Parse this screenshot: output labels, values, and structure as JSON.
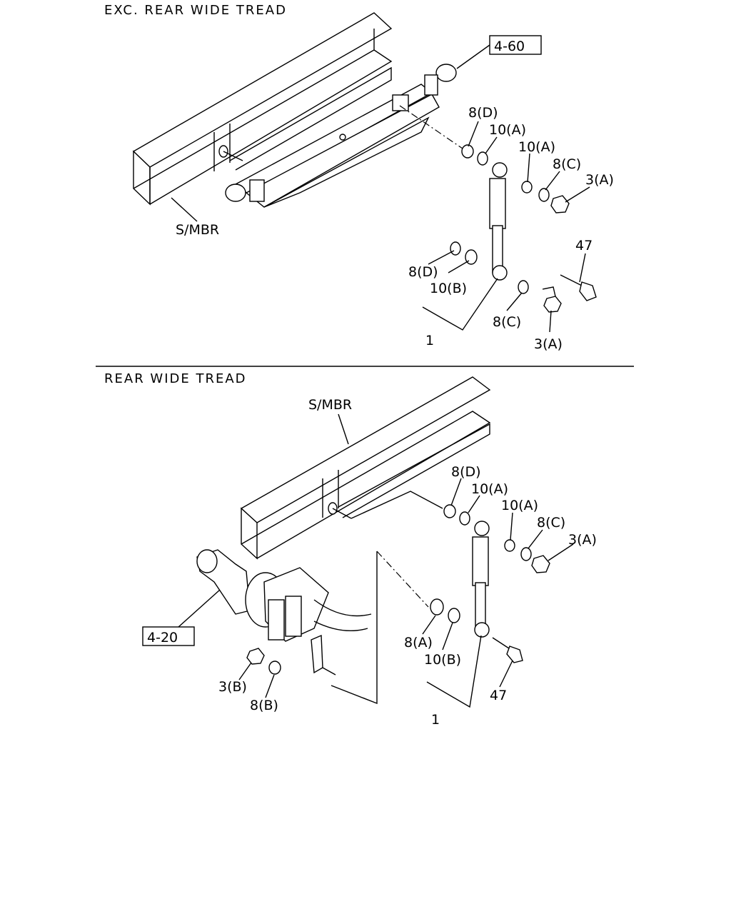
{
  "sections": [
    {
      "title": "EXC. REAR WIDE TREAD",
      "labels": {
        "ref": "4-60",
        "frame": "S/MBR",
        "p8D_upper": "8(D)",
        "p10A_a": "10(A)",
        "p10A_b": "10(A)",
        "p8C_upper": "8(C)",
        "p3A_upper": "3(A)",
        "p47": "47",
        "p8D_lower": "8(D)",
        "p10B": "10(B)",
        "p8C_lower": "8(C)",
        "p3A_lower": "3(A)",
        "p1": "1"
      }
    },
    {
      "title": "REAR WIDE TREAD",
      "labels": {
        "ref": "4-20",
        "frame": "S/MBR",
        "p8D": "8(D)",
        "p10A_a": "10(A)",
        "p10A_b": "10(A)",
        "p8C": "8(C)",
        "p3A": "3(A)",
        "p8A": "8(A)",
        "p10B": "10(B)",
        "p47": "47",
        "p3B": "3(B)",
        "p8B": "8(B)",
        "p1": "1"
      }
    }
  ]
}
